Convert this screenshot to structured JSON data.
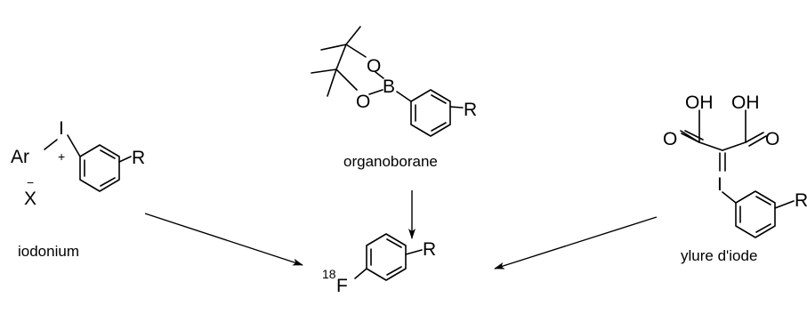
{
  "reagents": {
    "iodonium": {
      "caption": "iodonium",
      "aryl_label": "Ar",
      "iodine_label": "I",
      "charge_plus": "+",
      "counterion_label": "X",
      "charge_minus": "−",
      "substituent_label": "R"
    },
    "organoborane": {
      "caption": "organoborane",
      "oxygen_top_label": "O",
      "oxygen_bottom_label": "O",
      "boron_label": "B",
      "substituent_label": "R"
    },
    "ylide": {
      "caption": "ylure d'iode",
      "hydroxyl_left_label": "OH",
      "hydroxyl_right_label": "OH",
      "carbonyl_left_label": "O",
      "carbonyl_right_label": "O",
      "iodine_label": "I",
      "substituent_label": "R"
    }
  },
  "product": {
    "isotope_label": "18",
    "fluorine_label": "F",
    "substituent_label": "R"
  },
  "colors": {
    "ink": "#000000",
    "background": "#ffffff"
  }
}
